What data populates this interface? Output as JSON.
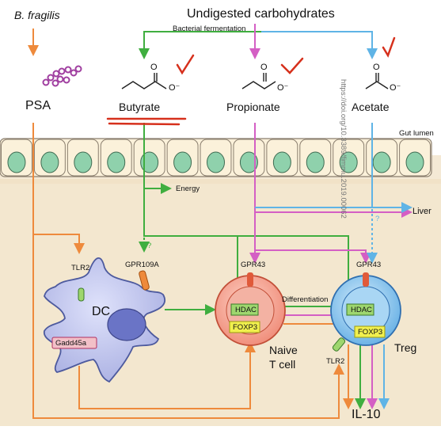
{
  "labels": {
    "bacterium": "B. fragilis",
    "substrate": "Undigested carbohydrates",
    "process": "Bacterial fermentation",
    "psa": "PSA",
    "butyrate": "Butyrate",
    "propionate": "Propionate",
    "acetate": "Acetate",
    "gut_lumen": "Gut lumen",
    "energy": "Energy",
    "liver": "Liver",
    "tlr2": "TLR2",
    "gpr109a": "GPR109A",
    "gpr43_naive": "GPR43",
    "gpr43_treg": "GPR43",
    "dc": "DC",
    "gadd45a": "Gadd45a",
    "hdac_naive": "HDAC",
    "foxp3_naive": "FOXP3",
    "hdac_treg": "HDAC",
    "foxp3_treg": "FOXP3",
    "naive_t_cell": "Naive\nT cell",
    "differentiation": "Differentiation",
    "treg": "Treg",
    "tlr2_treg": "TLR2",
    "il10": "IL-10",
    "question_1": "?",
    "question_2": "?",
    "oxygen": "O",
    "oxide": "O⁻",
    "doi_watermark": "https://doi.org/10.3389/fimmu.2019.00062"
  },
  "colors": {
    "butyrate_path": "#3fae3f",
    "propionate_path": "#d45fc4",
    "acetate_path": "#5fb4e6",
    "psa_path": "#ee8a3c",
    "lumen_cells": "#fbf1da",
    "nucleus": "#8fd1ac",
    "lamina": "#f1e4cb",
    "dc_body": "#b9bfe9",
    "naive_cell": "#f7a392",
    "treg_cell": "#8fc9ee",
    "hdac_box": "#9ed66e",
    "foxp3_box": "#f1f04e",
    "annotation_red": "#d6301c"
  }
}
